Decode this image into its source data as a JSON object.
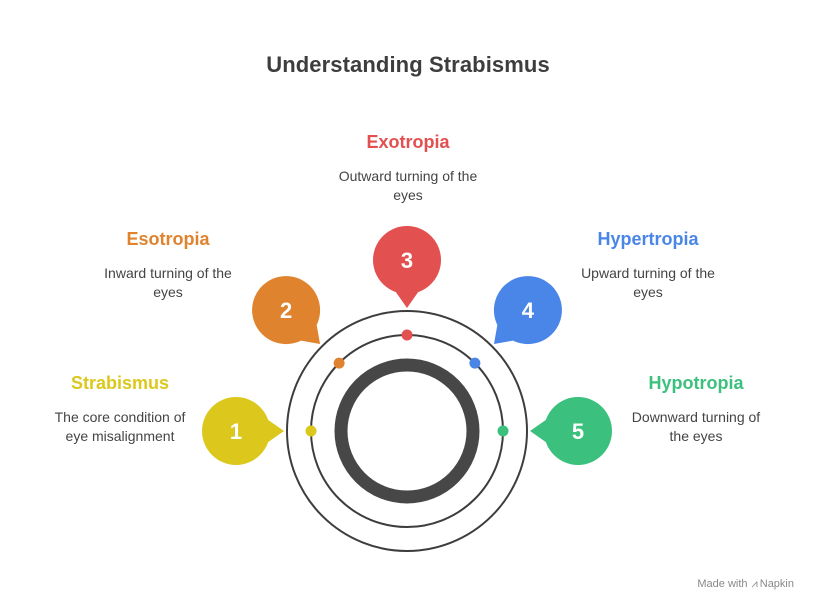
{
  "title": "Understanding Strabismus",
  "items": [
    {
      "number": "1",
      "title": "Strabismus",
      "description": "The core condition of eye misalignment",
      "color": "#DCC81C"
    },
    {
      "number": "2",
      "title": "Esotropia",
      "description": "Inward turning of the eyes",
      "color": "#E0832E"
    },
    {
      "number": "3",
      "title": "Exotropia",
      "description": "Outward turning of the eyes",
      "color": "#E25050"
    },
    {
      "number": "4",
      "title": "Hypertropia",
      "description": "Upward turning of the eyes",
      "color": "#4A86E8"
    },
    {
      "number": "5",
      "title": "Hypotropia",
      "description": "Downward turning of the eyes",
      "color": "#3CC07E"
    }
  ],
  "watermark": {
    "prefix": "Made with",
    "brand": "Napkin",
    "icon": "napkin-logo-icon"
  }
}
